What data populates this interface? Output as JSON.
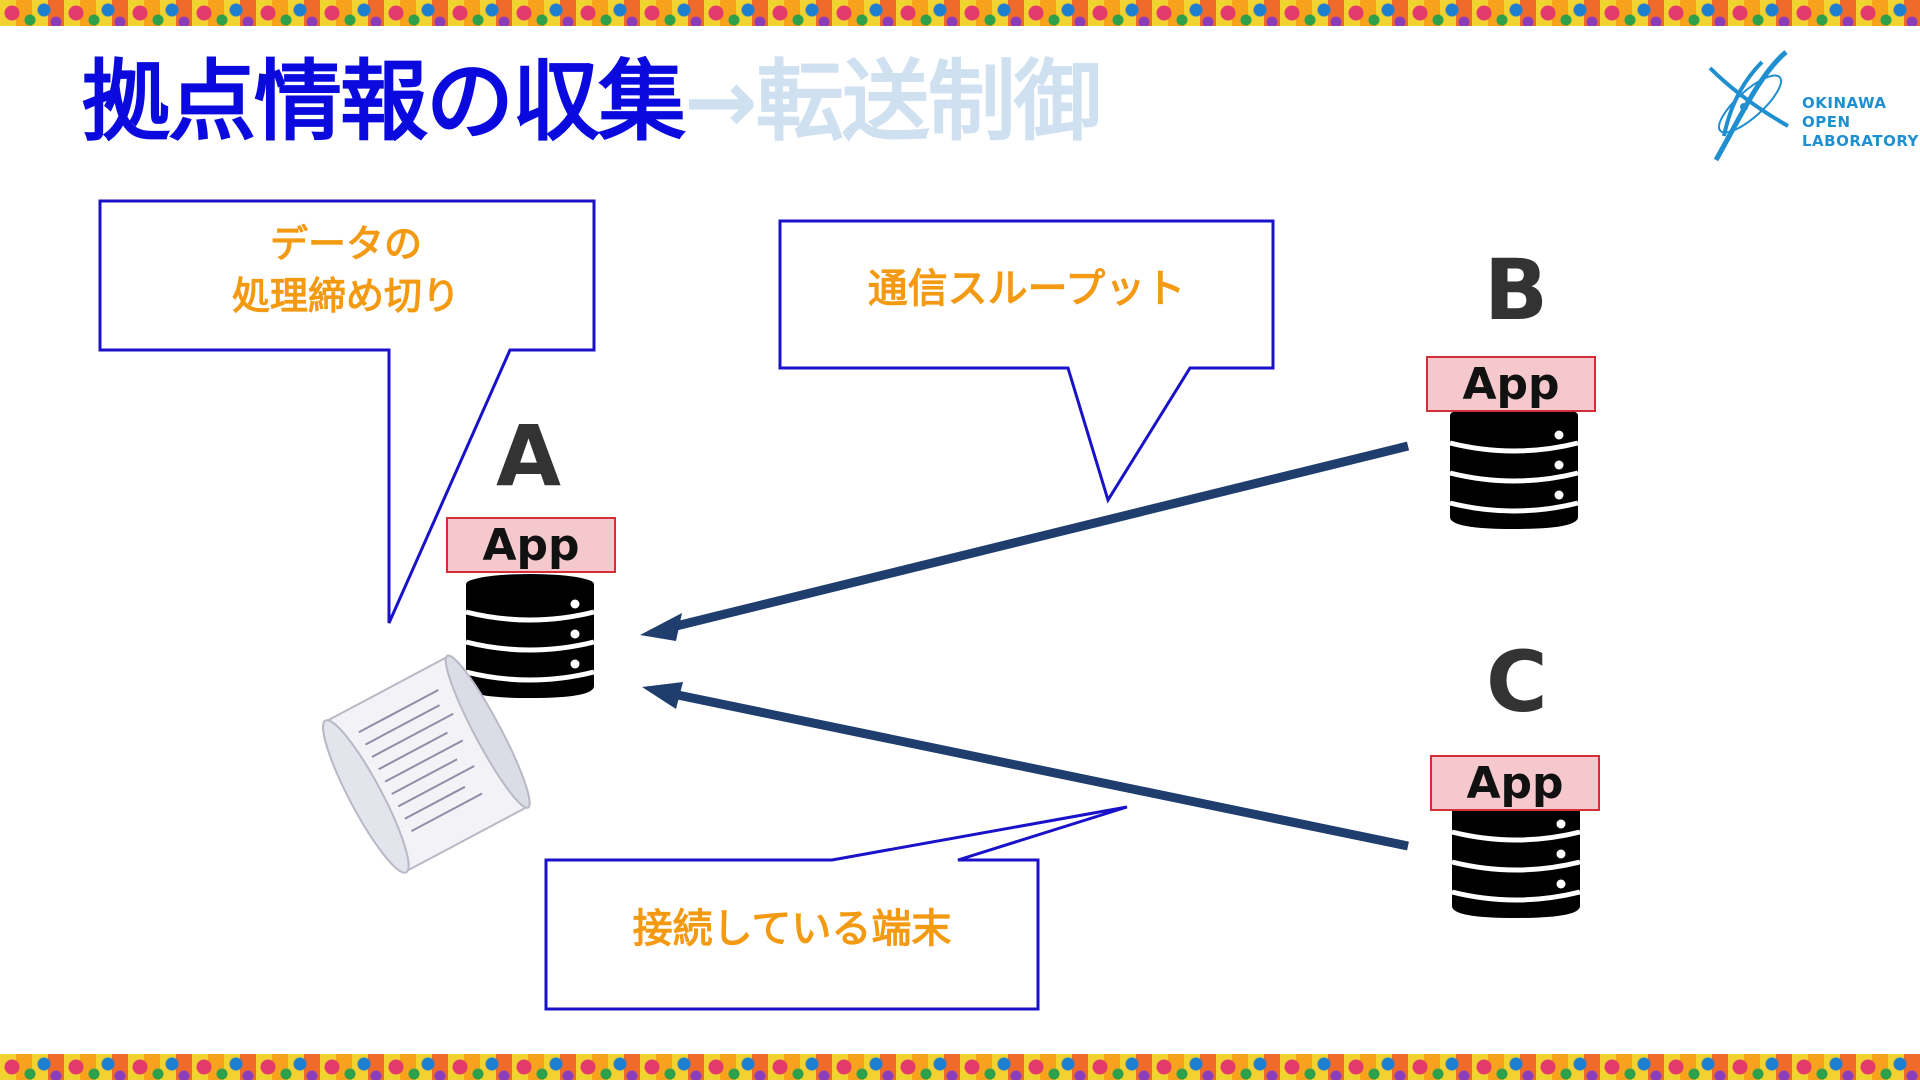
{
  "title": {
    "main": "拠点情報の収集",
    "sub": "→転送制御"
  },
  "logo": {
    "lines": [
      "OKINAWA",
      "OPEN",
      "LABORATORY"
    ]
  },
  "nodes": [
    {
      "label": "A",
      "app_label": "App"
    },
    {
      "label": "B",
      "app_label": "App"
    },
    {
      "label": "C",
      "app_label": "App"
    }
  ],
  "callouts": {
    "deadline": {
      "lines": [
        "データの",
        "処理締め切り"
      ]
    },
    "throughput": {
      "text": "通信スループット"
    },
    "terminals": {
      "text": "接続している端末"
    }
  },
  "colors": {
    "title": "#0a0adf",
    "title_faded": "#cfe0f0",
    "callout_border": "#1a12c8",
    "callout_text": "#f39a12",
    "arrow": "#1f3e6e",
    "app_fill": "#f4c8cc",
    "app_border": "#d42f36",
    "server": "#000000",
    "node_label": "#333333"
  },
  "icons": [
    "server-icon",
    "document-scroll-icon",
    "okinawa-open-lab-logo"
  ]
}
